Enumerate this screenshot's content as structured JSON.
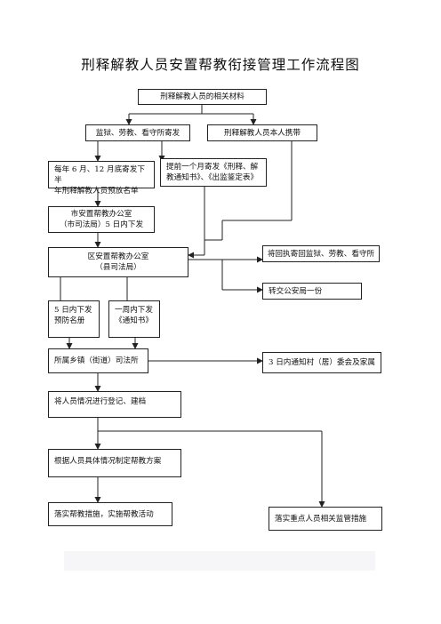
{
  "title": "刑释解教人员安置帮教衔接管理工作流程图",
  "nodes": {
    "materials": "刑释解教人员的相关材料",
    "prison_mail": "监狱、劳教、看守所寄发",
    "self_carry": "刑释解教人员本人携带",
    "list_line1": "每年 6 月、12 月底寄发下半",
    "list_line2": "年刑释解教人员预放名单",
    "advance_line1": "提前一个月寄发《刑释、解",
    "advance_line2": "教通知书》、《出监鉴定表》",
    "city_line1": "市安置帮教办公室",
    "city_line2": "（市司法局）5 日内下发",
    "district_line1": "区安置帮教办公室",
    "district_line2": "（县司法局）",
    "return_receipt": "将回执寄回监狱、劳教、看守所",
    "police_copy": "转交公安局一份",
    "five_line1": "5  日内下发",
    "five_line2": "预防名册",
    "week_line1": "一周内下发",
    "week_line2": "《通知书》",
    "township": "所属乡镇（街道）司法所",
    "notify": "3 日内通知村（居）委会及家属",
    "register": "将人员情况进行登记、建档",
    "plan": "根据人员具体情况制定帮教方案",
    "implement": "落实帮教措施，实施帮教活动",
    "supervise": "落实重点人员相关监管措施"
  }
}
